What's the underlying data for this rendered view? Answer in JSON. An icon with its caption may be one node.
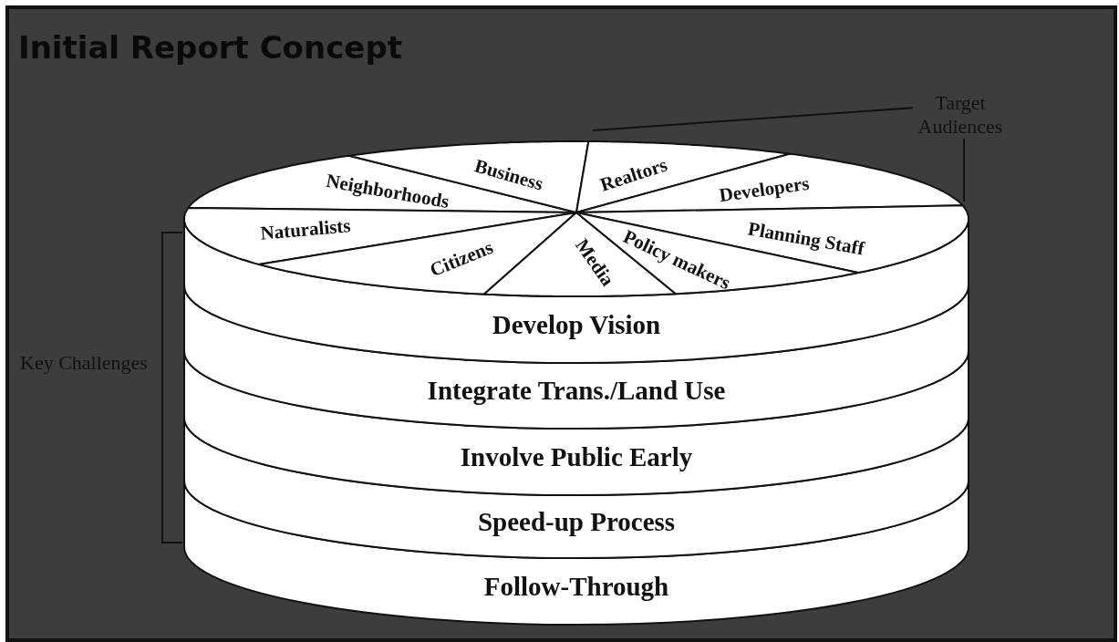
{
  "diagram": {
    "title": "Initial Report Concept",
    "nodes": [
      {
        "text": [
          "Neighborhoods"
        ]
      },
      {
        "text": [
          "Business"
        ]
      },
      {
        "text": [
          "Realtors"
        ]
      },
      {
        "text": [
          "Developers"
        ]
      },
      {
        "text": [
          "Naturalists"
        ]
      },
      {
        "text": [
          "Planning Staff"
        ]
      },
      {
        "text": [
          "Citizens"
        ]
      },
      {
        "text": [
          "Media"
        ]
      },
      {
        "text": [
          "Policy makers"
        ]
      },
      {
        "text": [
          "Develop Vision"
        ]
      },
      {
        "text": [
          "Integrate Trans./Land Use"
        ]
      },
      {
        "text": [
          "Involve Public Early"
        ]
      },
      {
        "text": [
          "Speed-up Process"
        ]
      },
      {
        "text": [
          "Follow-Through"
        ]
      },
      {
        "text": [
          "Target Audiences"
        ]
      }
    ],
    "edges": [
      {
        "from": 14,
        "to": null,
        "arrow": "none"
      },
      {
        "from": 14,
        "to": null,
        "arrow": "none"
      }
    ],
    "labels": [
      "Key Challenges"
    ]
  }
}
